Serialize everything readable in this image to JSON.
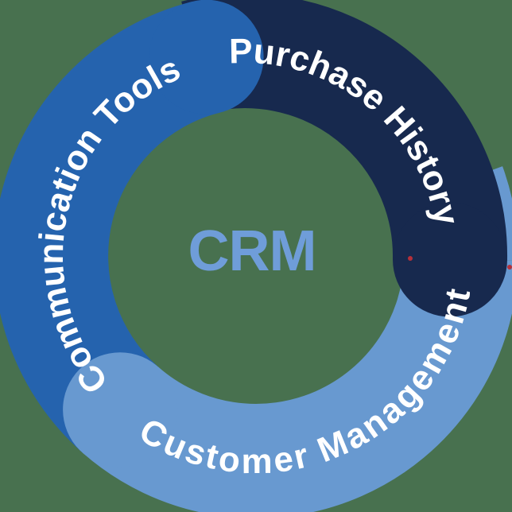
{
  "diagram": {
    "type": "cycle-ring",
    "center_label": "CRM",
    "segments": [
      {
        "id": "communication-tools",
        "label": "Communication Tools",
        "color": "#2563AE"
      },
      {
        "id": "purchase-history",
        "label": "Purchase History",
        "color": "#17294E"
      },
      {
        "id": "customer-management",
        "label": "Customer Management",
        "color": "#6899D0"
      }
    ],
    "colors": {
      "background": "#48714F",
      "label_text": "#FFFFFF",
      "center_text": "#6F9DD9",
      "artifact_red": "#B5303A"
    }
  }
}
